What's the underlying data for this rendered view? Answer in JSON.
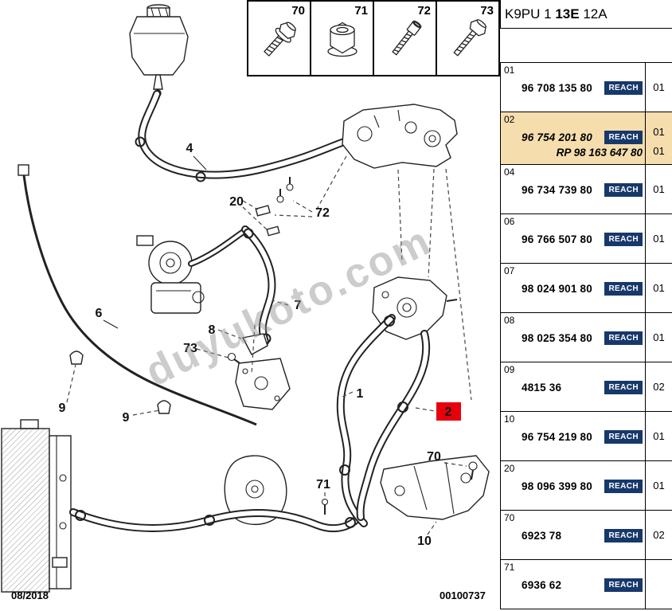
{
  "header": {
    "code_left": "K9PU 1",
    "code_bold": "13E",
    "code_right": "12A"
  },
  "fastener_box": {
    "labels": [
      "70",
      "71",
      "72",
      "73"
    ]
  },
  "diagram": {
    "watermark": "duyukoto.com",
    "date": "08/2018",
    "doc_number": "00100737",
    "callouts": [
      "4",
      "20",
      "72",
      "6",
      "7",
      "8",
      "73",
      "9",
      "9",
      "1",
      "2",
      "70",
      "71",
      "10"
    ],
    "highlight_color": "#e8000d"
  },
  "table": {
    "badge_color": "#17386b",
    "highlight_color": "#f5ddae",
    "rows": [
      {
        "ref": "01",
        "part": "96 708 135 80",
        "badge": "REACH",
        "qty": "01",
        "highlight": false
      },
      {
        "ref": "02",
        "part": "96 754 201 80",
        "badge": "REACH",
        "qty": "01",
        "highlight": true,
        "italic": true,
        "rp": "RP 98 163 647 80",
        "rp_qty": "01"
      },
      {
        "ref": "04",
        "part": "96 734 739 80",
        "badge": "REACH",
        "qty": "01",
        "highlight": false
      },
      {
        "ref": "06",
        "part": "96 766 507 80",
        "badge": "REACH",
        "qty": "01",
        "highlight": false
      },
      {
        "ref": "07",
        "part": "98 024 901 80",
        "badge": "REACH",
        "qty": "01",
        "highlight": false
      },
      {
        "ref": "08",
        "part": "98 025 354 80",
        "badge": "REACH",
        "qty": "01",
        "highlight": false
      },
      {
        "ref": "09",
        "part": "4815 36",
        "badge": "REACH",
        "qty": "02",
        "highlight": false
      },
      {
        "ref": "10",
        "part": "96 754 219 80",
        "badge": "REACH",
        "qty": "01",
        "highlight": false
      },
      {
        "ref": "20",
        "part": "98 096 399 80",
        "badge": "REACH",
        "qty": "01",
        "highlight": false
      },
      {
        "ref": "70",
        "part": "6923 78",
        "badge": "REACH",
        "qty": "02",
        "highlight": false
      },
      {
        "ref": "71",
        "part": "6936 62",
        "badge": "REACH",
        "qty": "",
        "highlight": false
      }
    ]
  }
}
